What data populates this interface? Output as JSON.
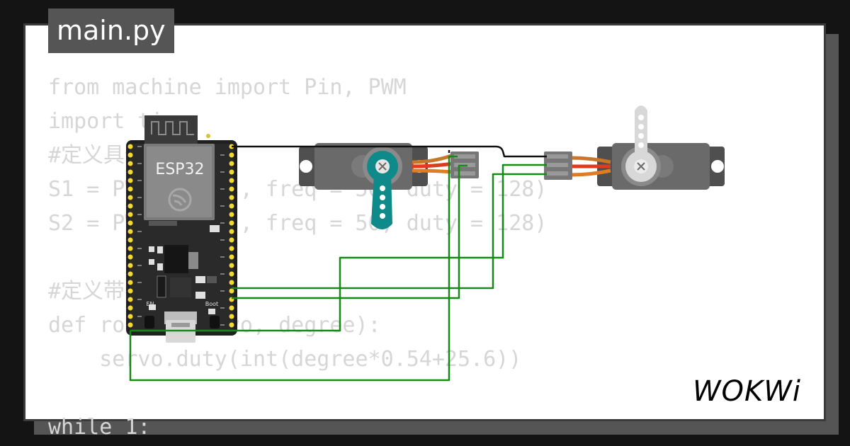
{
  "file": {
    "name": "main.py"
  },
  "code": {
    "lines": [
      "from machine import Pin, PWM",
      "import time",
      "#定义具体的对象",
      "S1 = PWM(Pin(5), freq = 50, duty = 128)",
      "S2 = PWM(Pin(4), freq = 50, duty = 128)",
      "",
      "#定义带参数的函数",
      "def rotate(servo, degree):",
      "    servo.duty(int(degree*0.54+25.6))",
      "",
      "while 1:"
    ]
  },
  "board": {
    "chip_label": "ESP32",
    "button_en": "EN",
    "button_boot": "Boot"
  },
  "brand": {
    "name": "WOKWi"
  },
  "colors": {
    "background": "#141414",
    "code_text": "#d6d6d6",
    "wire_green": "#138a13",
    "wire_black": "#111111",
    "servo_body": "#5f5f5f",
    "servo_horn_teal": "#0f8a8a"
  }
}
